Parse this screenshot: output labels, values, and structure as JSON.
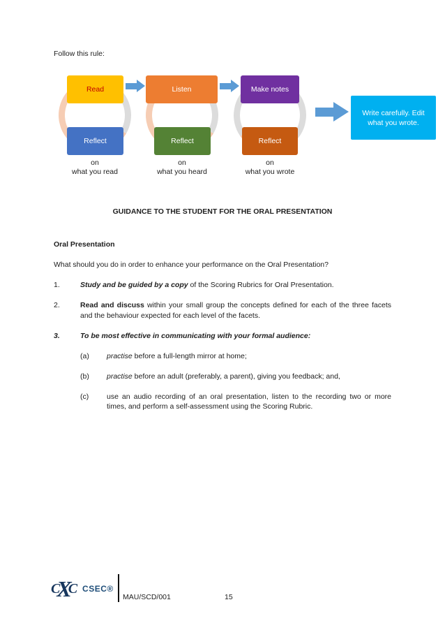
{
  "intro": "Follow this rule:",
  "diagram": {
    "cycles": [
      {
        "top": "Read",
        "bottom": "Reflect",
        "caption_on": "on",
        "caption_what": "what you read"
      },
      {
        "top": "Listen",
        "bottom": "Reflect",
        "caption_on": "on",
        "caption_what": "what you heard"
      },
      {
        "top": "Make notes",
        "bottom": "Reflect",
        "caption_on": "on",
        "caption_what": "what you wrote"
      }
    ],
    "result": "Write carefully. Edit what you wrote.",
    "colors": {
      "read_bg": "#FFC000",
      "read_text": "#C00000",
      "listen_bg": "#ED7D31",
      "make_notes_bg": "#7030A0",
      "reflect_read_bg": "#4472C4",
      "reflect_heard_bg": "#548235",
      "reflect_wrote_bg": "#C55A11",
      "arrow": "#5B9BD5",
      "result_bg": "#00B0F0",
      "ring_peach": "#F6CDB4",
      "ring_gray": "#DCDCDC"
    }
  },
  "heading": "GUIDANCE TO THE STUDENT FOR THE ORAL PRESENTATION",
  "body": {
    "subtitle": "Oral Presentation",
    "question": "What should you do in order to enhance your performance on the Oral Presentation?",
    "items": [
      {
        "num": "1.",
        "lead": "Study and be guided by a copy",
        "rest": " of the Scoring Rubrics for Oral Presentation."
      },
      {
        "num": "2.",
        "lead": "Read and discuss",
        "rest": " within your small group the concepts defined for each of the three facets and the behaviour expected for each level of the facets."
      },
      {
        "num": "3.",
        "lead": "To be most effective in communicating with your formal audience:",
        "rest": ""
      }
    ],
    "subitems": [
      {
        "label": "(a)",
        "lead": "practise",
        "rest": " before a full-length mirror at home;"
      },
      {
        "label": "(b)",
        "lead": "practise",
        "rest": " before an adult (preferably, a parent), giving you feedback; and,"
      },
      {
        "label": "(c)",
        "lead": "",
        "rest": "use an audio recording of an oral presentation, listen to the recording two or more times, and perform a self-assessment using the Scoring Rubric."
      }
    ]
  },
  "footer": {
    "logo_c1": "C",
    "logo_x": "X",
    "logo_c2": "C",
    "logo_label": "CSEC®",
    "doc_code": "MAU/SCD/001",
    "page_number": "15"
  }
}
